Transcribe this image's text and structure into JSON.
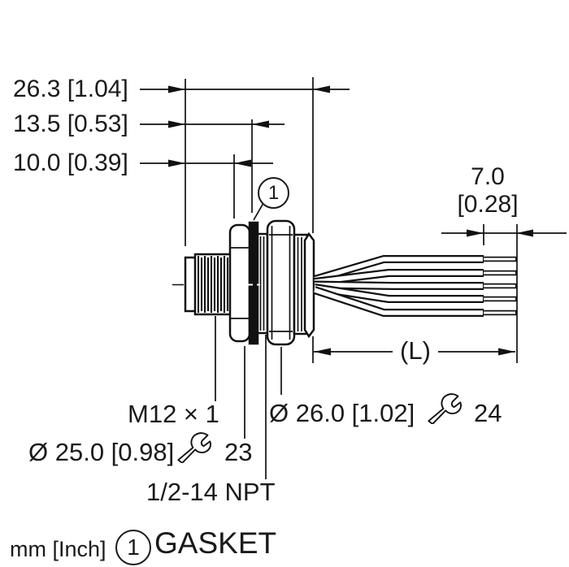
{
  "drawing_title": "M12 flange receptacle with 1/2-14 NPT mounting thread, front view",
  "colors": {
    "line": "#111111",
    "text": "#1a1a1a",
    "background": "#ffffff"
  },
  "dims": {
    "overall": "26.3 [1.04]",
    "to_gasket_rear": "13.5 [0.53]",
    "to_gasket_front": "10.0 [0.39]",
    "strip_mm": "7.0",
    "strip_inch": "[0.28]",
    "wire_length": "(L)"
  },
  "labels": {
    "front_thread": "M12 × 1",
    "diameter_front": "Ø 25.0 [0.98]",
    "wrench_front": "23",
    "diameter_rear": "Ø 26.0 [1.02]",
    "wrench_rear": "24",
    "mount_thread": "1/2-14 NPT"
  },
  "callout": {
    "number": "1"
  },
  "legend": {
    "units": "mm [Inch]",
    "item_number": "1",
    "item_label": "GASKET"
  },
  "wire_count": 5
}
